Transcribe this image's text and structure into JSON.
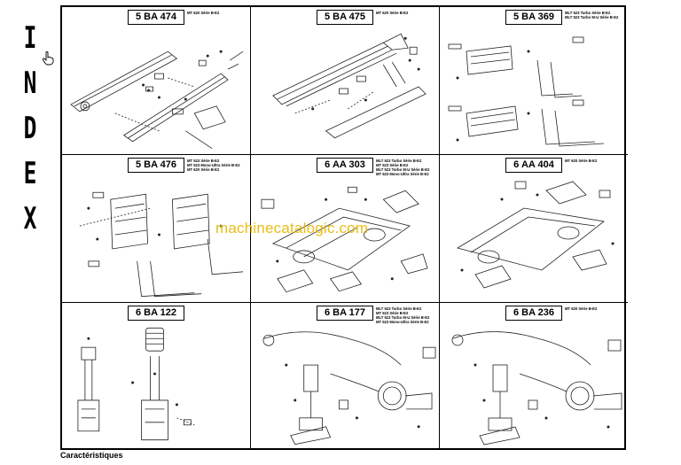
{
  "index_letters": [
    "I",
    "N",
    "D",
    "E",
    "X"
  ],
  "cells": [
    {
      "code": "5 BA 474",
      "models": [
        "MT 620 Série B-E2"
      ]
    },
    {
      "code": "5 BA 475",
      "models": [
        "MT 620 Série B-E2"
      ]
    },
    {
      "code": "5 BA 369",
      "models": [
        "MLT 523 Turbo Série B-E2",
        "MLT 523 Turbo M-U Série B-E2"
      ]
    },
    {
      "code": "5 BA 476",
      "models": [
        "MT 523 Série B-E2",
        "MT 523 Mono-Ultra Série B-E2",
        "MT 620 Série B-E2"
      ]
    },
    {
      "code": "6 AA 303",
      "models": [
        "MLT 523 Turbo Série B-E2",
        "MT 523 Série B-E2",
        "MLT 523 Turbo M-U Série B-E2",
        "MT 523 Mono-Ultra Série B-E2"
      ]
    },
    {
      "code": "6 AA 404",
      "models": [
        "MT 620 Série B-E2"
      ]
    },
    {
      "code": "6 BA 122",
      "models": []
    },
    {
      "code": "6 BA 177",
      "models": [
        "MLT 523 Turbo Série B-E2",
        "MT 523 Série B-E2",
        "MLT 523 Turbo M-U Série B-E2",
        "MT 523 Mono-Ultra Série B-E2"
      ]
    },
    {
      "code": "6 BA 236",
      "models": [
        "MT 620 Série B-E2"
      ]
    }
  ],
  "watermark": "machinecatalogic.com",
  "footer": "Caractéristiques",
  "icons": {
    "cursor": "hand-pointer-icon"
  }
}
